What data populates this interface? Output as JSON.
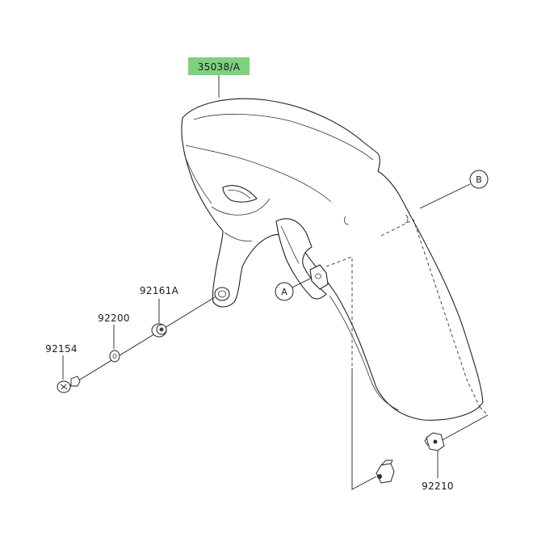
{
  "diagram": {
    "main_part": {
      "number": "35038/A",
      "highlight_color": "#7fd07f"
    },
    "parts": {
      "p92161a": "92161A",
      "p92200": "92200",
      "p92154": "92154",
      "p92210": "92210"
    },
    "callouts": {
      "a": "A",
      "b": "B"
    }
  }
}
